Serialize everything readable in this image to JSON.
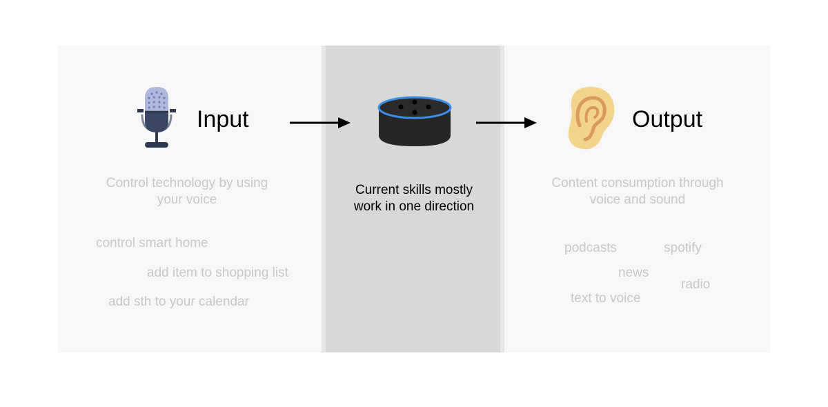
{
  "input": {
    "heading": "Input",
    "description_line1": "Control technology by using",
    "description_line2": "your voice",
    "examples": [
      "control smart home",
      "add item to shopping list",
      "add sth to your calendar"
    ]
  },
  "middle": {
    "description_line1": "Current skills mostly",
    "description_line2": "work in one direction"
  },
  "output": {
    "heading": "Output",
    "description_line1": "Content consumption through",
    "description_line2": "voice and sound",
    "examples": [
      "podcasts",
      "spotify",
      "news",
      "radio",
      "text to voice"
    ]
  },
  "icons": {
    "input": "microphone-icon",
    "middle": "smart-speaker-icon",
    "output": "ear-icon",
    "flow": "arrow-right-icon"
  },
  "colors": {
    "panel_side": "#f7f7f7",
    "panel_middle": "#d8d8d8",
    "muted_text": "#c8c8c8",
    "speaker_ring": "#3a8ee6",
    "ear": "#f2d48a"
  }
}
